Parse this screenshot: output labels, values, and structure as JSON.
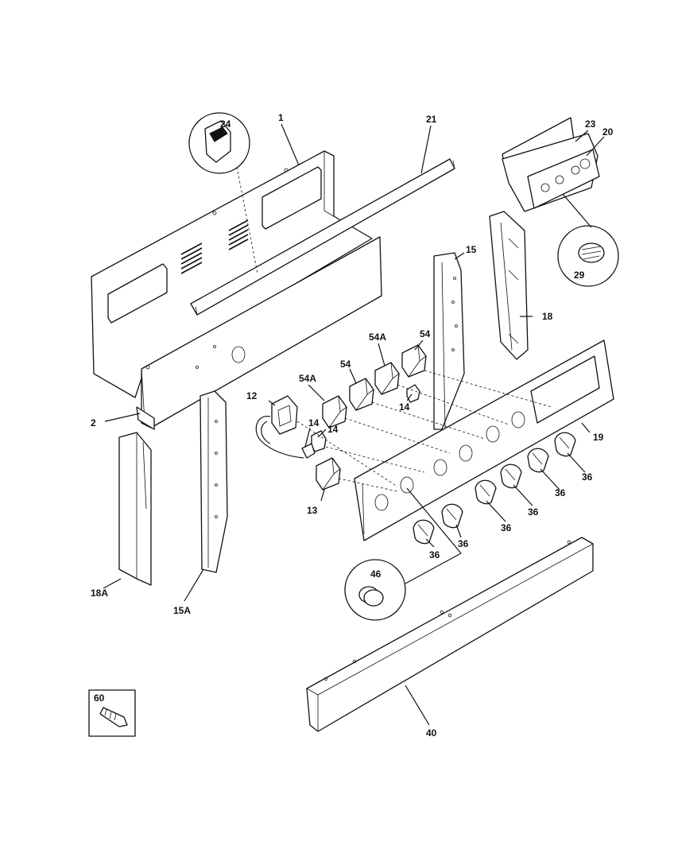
{
  "header": {
    "left_text": "",
    "right_text": ""
  },
  "callouts": [
    {
      "id": "24",
      "label": "24"
    },
    {
      "id": "1",
      "label": "1"
    },
    {
      "id": "21",
      "label": "21"
    },
    {
      "id": "23",
      "label": "23"
    },
    {
      "id": "20",
      "label": "20"
    },
    {
      "id": "29",
      "label": "29"
    },
    {
      "id": "15",
      "label": "15"
    },
    {
      "id": "18",
      "label": "18"
    },
    {
      "id": "54A-a",
      "label": "54A"
    },
    {
      "id": "54-a",
      "label": "54"
    },
    {
      "id": "54-b",
      "label": "54"
    },
    {
      "id": "54A-b",
      "label": "54A"
    },
    {
      "id": "14-a",
      "label": "14"
    },
    {
      "id": "12",
      "label": "12"
    },
    {
      "id": "14-b",
      "label": "14"
    },
    {
      "id": "14-c",
      "label": "14"
    },
    {
      "id": "2",
      "label": "2"
    },
    {
      "id": "19",
      "label": "19"
    },
    {
      "id": "13",
      "label": "13"
    },
    {
      "id": "36-a",
      "label": "36"
    },
    {
      "id": "36-b",
      "label": "36"
    },
    {
      "id": "36-c",
      "label": "36"
    },
    {
      "id": "36-d",
      "label": "36"
    },
    {
      "id": "36-e",
      "label": "36"
    },
    {
      "id": "36-f",
      "label": "36"
    },
    {
      "id": "18A",
      "label": "18A"
    },
    {
      "id": "15A",
      "label": "15A"
    },
    {
      "id": "46",
      "label": "46"
    },
    {
      "id": "60",
      "label": "60"
    },
    {
      "id": "40",
      "label": "40"
    }
  ]
}
